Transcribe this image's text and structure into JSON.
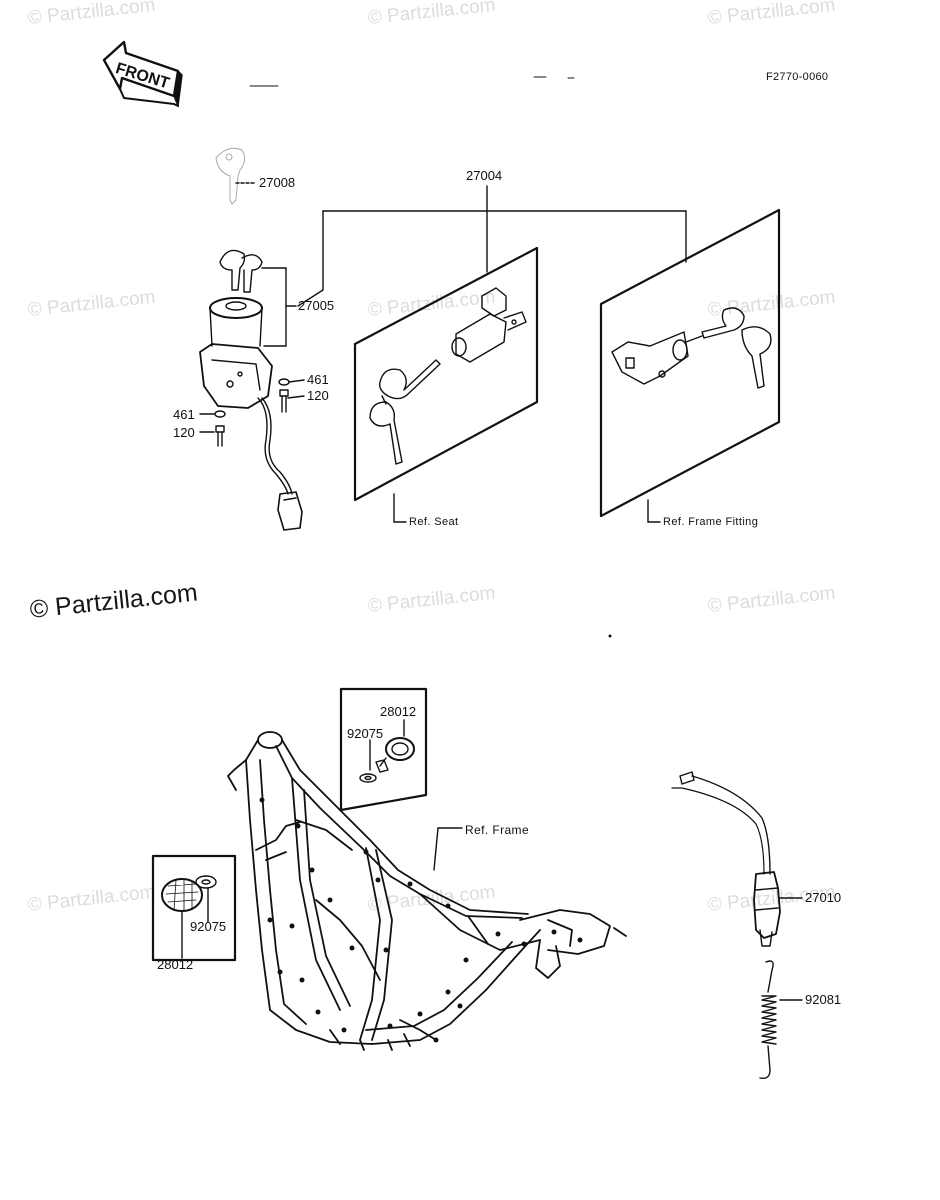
{
  "header": {
    "diagram_code": "F2770-0060",
    "front_label": "FRONT"
  },
  "watermark": {
    "text": "© Partzilla.com"
  },
  "parts": {
    "key_blank": "27008",
    "ignition_switch": "27005",
    "lock_set": "27004",
    "washer_a": "461",
    "bolt_a": "120",
    "washer_b": "461",
    "bolt_b": "120",
    "reflector_top": "28012",
    "nut_top": "92075",
    "reflector_left": "28012",
    "nut_left": "92075",
    "brake_switch": "27010",
    "spring": "92081"
  },
  "refs": {
    "seat": "Ref.  Seat",
    "frame_fitting": "Ref.  Frame Fitting",
    "frame": "Ref. Frame"
  },
  "colors": {
    "ink": "#111111",
    "watermark": "#dcdcdc"
  }
}
